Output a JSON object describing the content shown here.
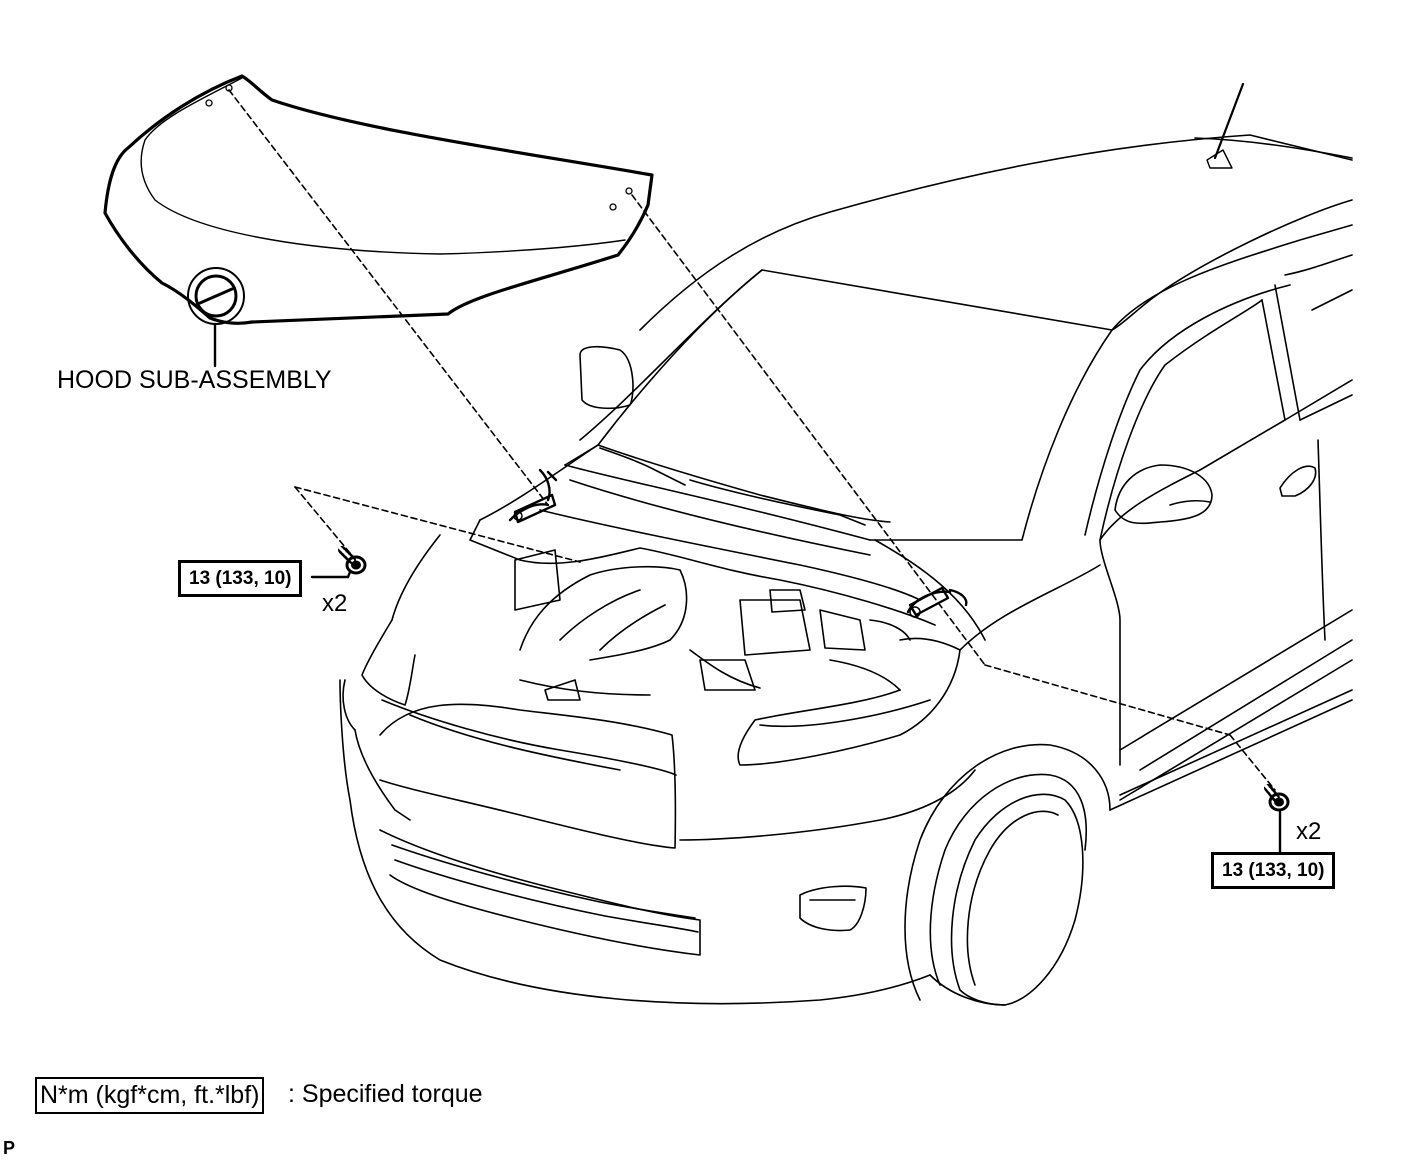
{
  "diagram": {
    "part_label": "HOOD SUB-ASSEMBLY",
    "left_bolt": {
      "torque": "13 (133, 10)",
      "qty": "x2"
    },
    "right_bolt": {
      "torque": "13 (133, 10)",
      "qty": "x2"
    },
    "legend": {
      "unit": "N*m (kgf*cm, ft.*lbf)",
      "description": ": Specified torque"
    },
    "code": "P"
  }
}
